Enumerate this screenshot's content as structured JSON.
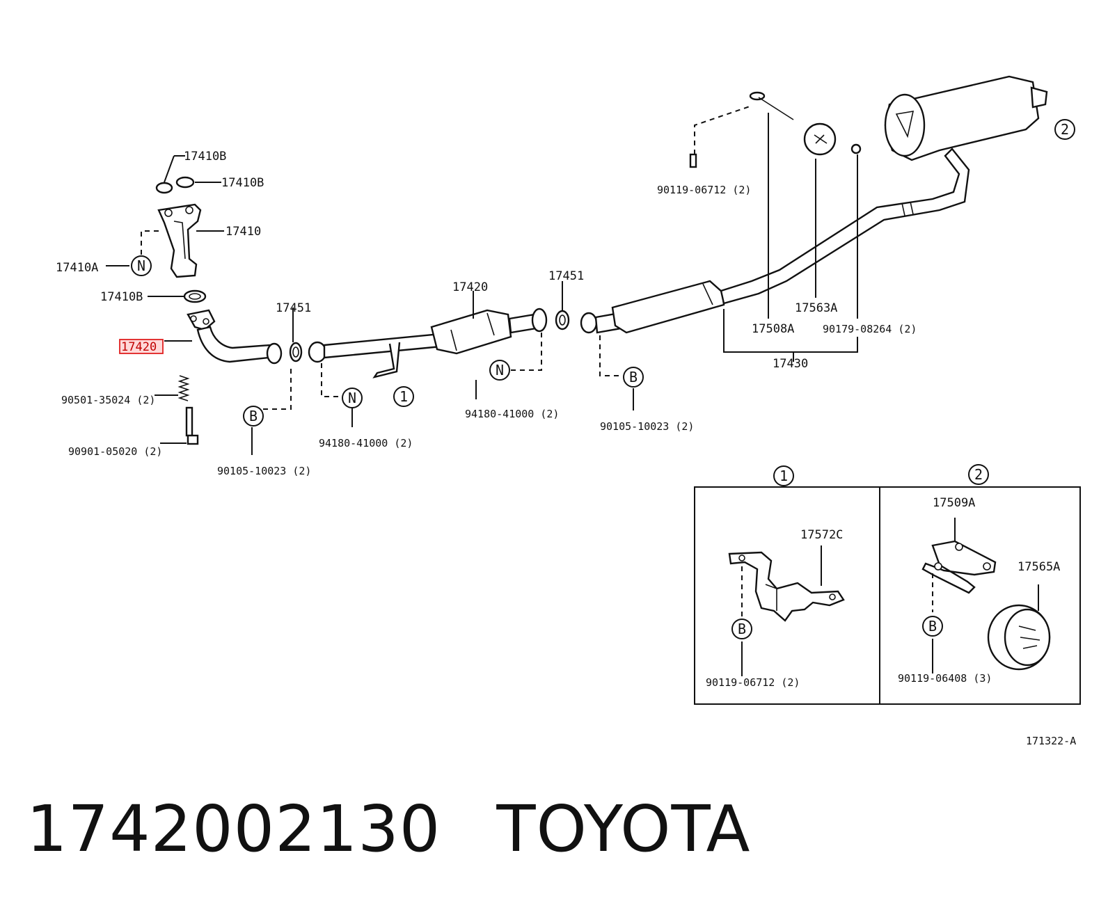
{
  "labels": {
    "p17410B_top": "17410B",
    "p17410B_mid": "17410B",
    "p17410": "17410",
    "p17410A": "17410A",
    "p17410B_low": "17410B",
    "p17420_sel": "17420",
    "p90501": "90501-35024 (2)",
    "p90901": "90901-05020 (2)",
    "p17451_a": "17451",
    "p17420_mid": "17420",
    "p17451_b": "17451",
    "p90105_a": "90105-10023 (2)",
    "p94180_a": "94180-41000 (2)",
    "p94180_b": "94180-41000 (2)",
    "p90105_b": "90105-10023 (2)",
    "p90119_top": "90119-06712 (2)",
    "p17563A": "17563A",
    "p17508A": "17508A",
    "p90179": "90179-08264 (2)",
    "p17430": "17430",
    "p17572C": "17572C",
    "p90119_box1": "90119-06712 (2)",
    "p17509A": "17509A",
    "p17565A": "17565A",
    "p90119_box2": "90119-06408 (3)",
    "ref": "171322-A"
  },
  "symbols": {
    "n": "N",
    "b": "B",
    "one": "1",
    "two": "2"
  },
  "footer": {
    "part_number": "1742002130",
    "brand": "TOYOTA"
  },
  "colors": {
    "line": "#111111",
    "highlight_border": "#e02020",
    "highlight_fill": "#ffd9d9"
  }
}
